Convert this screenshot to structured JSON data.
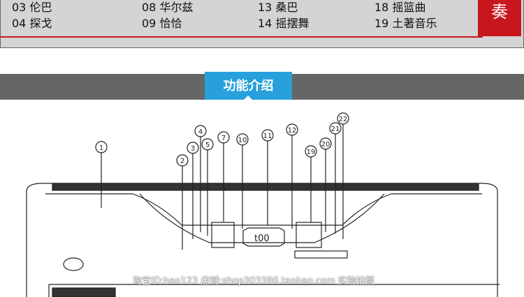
{
  "songs": [
    {
      "label": "03 伦巴"
    },
    {
      "label": "04 探戈"
    },
    {
      "label": "08 华尔兹"
    },
    {
      "label": "09 恰恰"
    },
    {
      "label": "13 桑巴"
    },
    {
      "label": "14 摇摆舞"
    },
    {
      "label": "18 摇篮曲"
    },
    {
      "label": "19 土著音乐"
    }
  ],
  "side_tag": "奏",
  "section_title": "功能介绍",
  "display_text": "t00",
  "callouts": [
    "1",
    "2",
    "3",
    "4",
    "5",
    "7",
    "10",
    "11",
    "12",
    "19",
    "20",
    "21",
    "22"
  ],
  "watermark": "淘宝ID:hao123 店铺:shop303386.taobao.com 实物拍摄"
}
